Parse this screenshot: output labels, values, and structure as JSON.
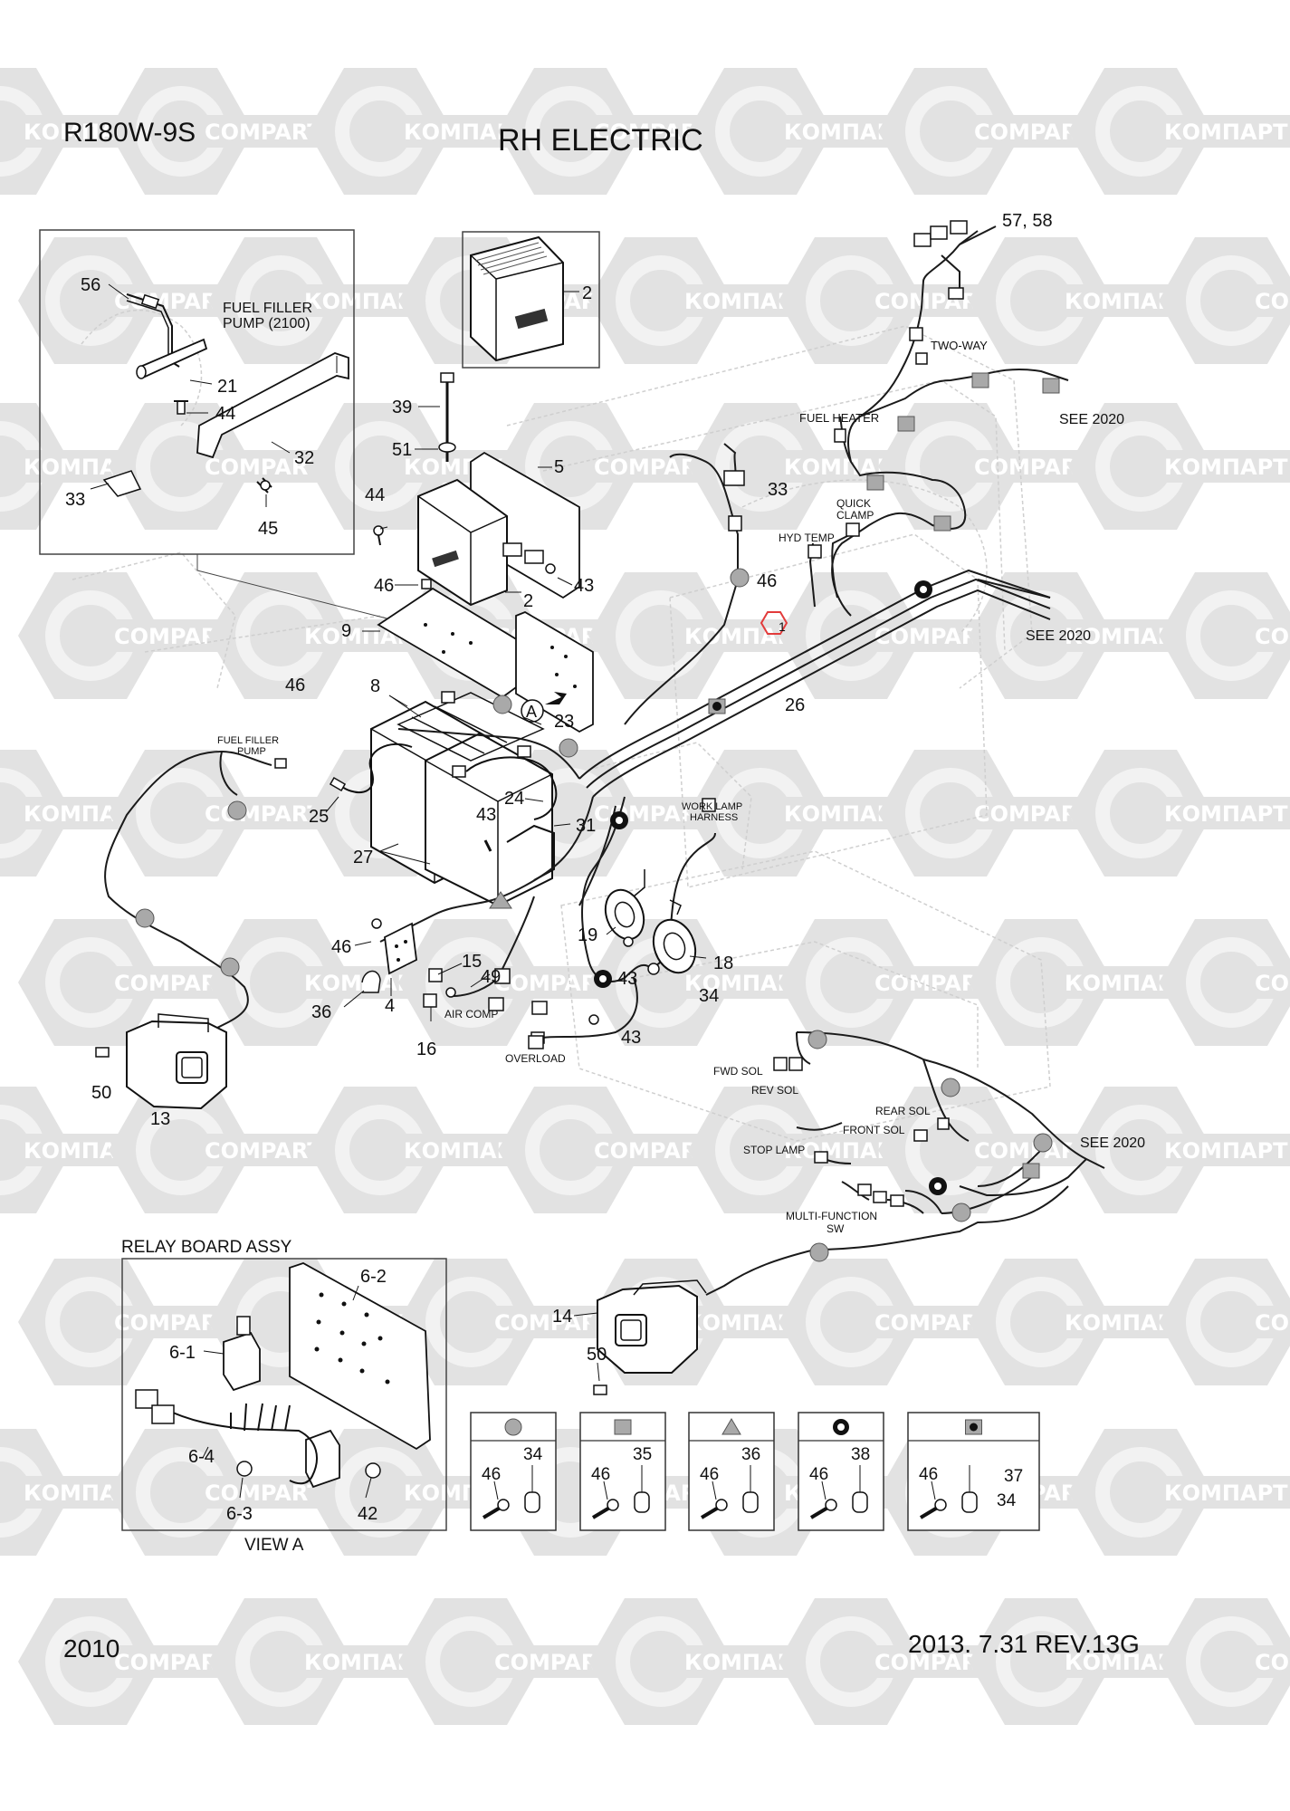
{
  "header": {
    "model": "R180W-9S",
    "title": "RH ELECTRIC"
  },
  "footer": {
    "page_number": "2010",
    "revision": "2013. 7.31  REV.13G"
  },
  "watermark": {
    "text_latin": "COMPART",
    "text_cyrillic": "КОМПАРТ"
  },
  "callouts": {
    "c1": "1",
    "c2": "2",
    "c2b": "2",
    "c4": "4",
    "c5": "5",
    "c6_1": "6-1",
    "c6_2": "6-2",
    "c6_3": "6-3",
    "c6_4": "6-4",
    "c8": "8",
    "c9": "9",
    "c13": "13",
    "c14": "14",
    "c15": "15",
    "c16": "16",
    "c18": "18",
    "c19": "19",
    "c21": "21",
    "c23": "23",
    "c24": "24",
    "c25": "25",
    "c26": "26",
    "c27": "27",
    "c31": "31",
    "c32": "32",
    "c33a": "33",
    "c33b": "33",
    "c34": "34",
    "c36": "36",
    "c39": "39",
    "c42": "42",
    "c43a": "43",
    "c43b": "43",
    "c43c": "43",
    "c43d": "43",
    "c44a": "44",
    "c44b": "44",
    "c45": "45",
    "c46a": "46",
    "c46b": "46",
    "c46c": "46",
    "c46d": "46",
    "c49": "49",
    "c50a": "50",
    "c50b": "50",
    "c51": "51",
    "c56": "56",
    "c5758": "57, 58",
    "cA": "A"
  },
  "labels": {
    "fuel_filler_pump_box": "FUEL FILLER",
    "fuel_filler_pump_box2": "PUMP (2100)",
    "fuel_filler_pump": "FUEL FILLER",
    "fuel_filler_pump2": "PUMP",
    "two_way": "TWO-WAY",
    "see2020_a": "SEE 2020",
    "see2020_b": "SEE 2020",
    "see2020_c": "SEE 2020",
    "fuel_heater": "FUEL HEATER",
    "quick_clamp": "QUICK",
    "quick_clamp2": "CLAMP",
    "hyd_temp": "HYD TEMP",
    "work_lamp": "WORK LAMP",
    "work_lamp2": "HARNESS",
    "air_comp": "AIR COMP",
    "overload": "OVERLOAD",
    "fwd_sol": "FWD SOL",
    "rev_sol": "REV SOL",
    "rear_sol": "REAR SOL",
    "front_sol": "FRONT SOL",
    "stop_lamp": "STOP LAMP",
    "multi_function": "MULTI-FUNCTION",
    "multi_function2": "SW",
    "relay_board": "RELAY BOARD ASSY",
    "view_a": "VIEW A"
  },
  "clamp_legend": [
    {
      "symbol": "circle",
      "bolt": "46",
      "clamp": "34"
    },
    {
      "symbol": "square",
      "bolt": "46",
      "clamp": "35"
    },
    {
      "symbol": "triangle",
      "bolt": "46",
      "clamp": "36"
    },
    {
      "symbol": "circle-dot",
      "bolt": "46",
      "clamp": "38"
    },
    {
      "symbol": "square-dot",
      "bolt": "46",
      "clamp": "37",
      "clamp2": "34"
    }
  ],
  "colors": {
    "line": "#1a1a1a",
    "ghost_line": "#c8c8c8",
    "marker_fill": "#a9a9a9",
    "watermark": "#e2e2e2",
    "watermark_text": "#ffffff",
    "highlight_hex": "#e23b3b"
  }
}
